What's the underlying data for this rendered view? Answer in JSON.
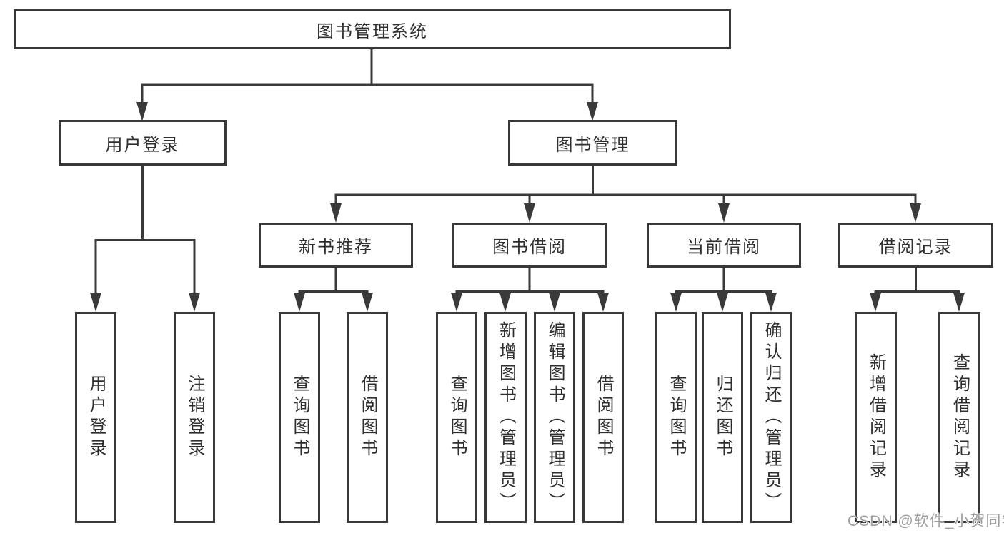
{
  "canvas": {
    "background": "#ffffff",
    "line_color": "#3a3a3a",
    "border_color": "#383838",
    "text_color": "#2f2f2f",
    "watermark_color": "#9e9e9e"
  },
  "nodes": {
    "root": "图书管理系统",
    "user_login": "用户登录",
    "book_management": "图书管理",
    "new_book_recommend": "新书推荐",
    "book_borrowing": "图书借阅",
    "current_borrowing": "当前借阅",
    "borrowing_records": "借阅记录"
  },
  "leaves": {
    "user_login": [
      "用户登录",
      "注销登录"
    ],
    "new_book_recommend": [
      "查询图书",
      "借阅图书"
    ],
    "book_borrowing": [
      "查询图书",
      "新增图书（管理员）",
      "编辑图书（管理员）",
      "借阅图书"
    ],
    "current_borrowing": [
      "查询图书",
      "归还图书",
      "确认归还（管理员）"
    ],
    "borrowing_records": [
      "新增借阅记录",
      "查询借阅记录"
    ]
  },
  "watermark": "CSDN @软件_小贺同学"
}
